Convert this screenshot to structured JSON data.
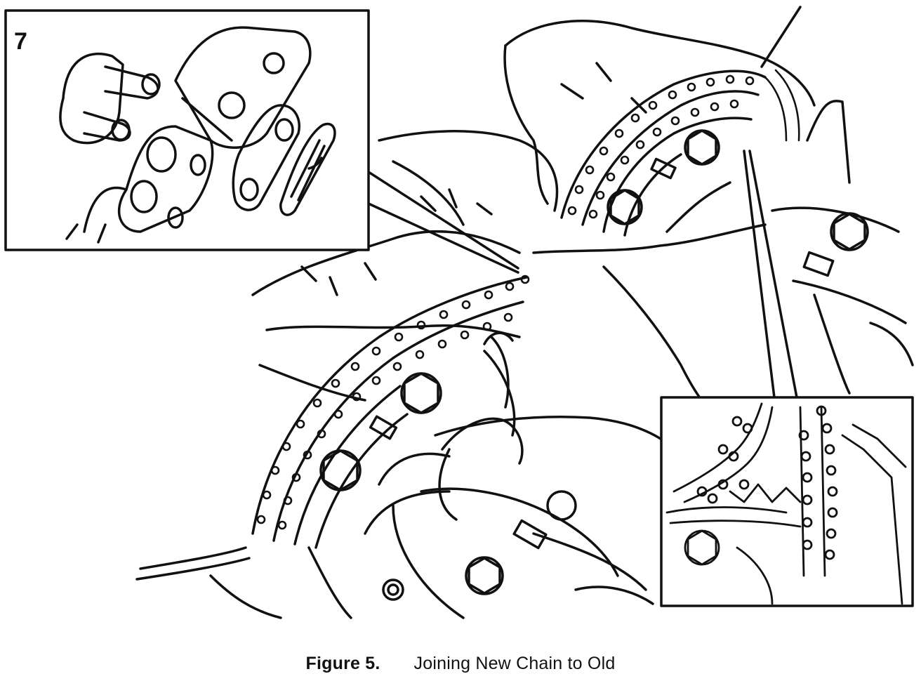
{
  "figure": {
    "inset_number": "7",
    "caption": {
      "label": "Figure 5.",
      "title": "Joining New Chain to Old"
    }
  }
}
